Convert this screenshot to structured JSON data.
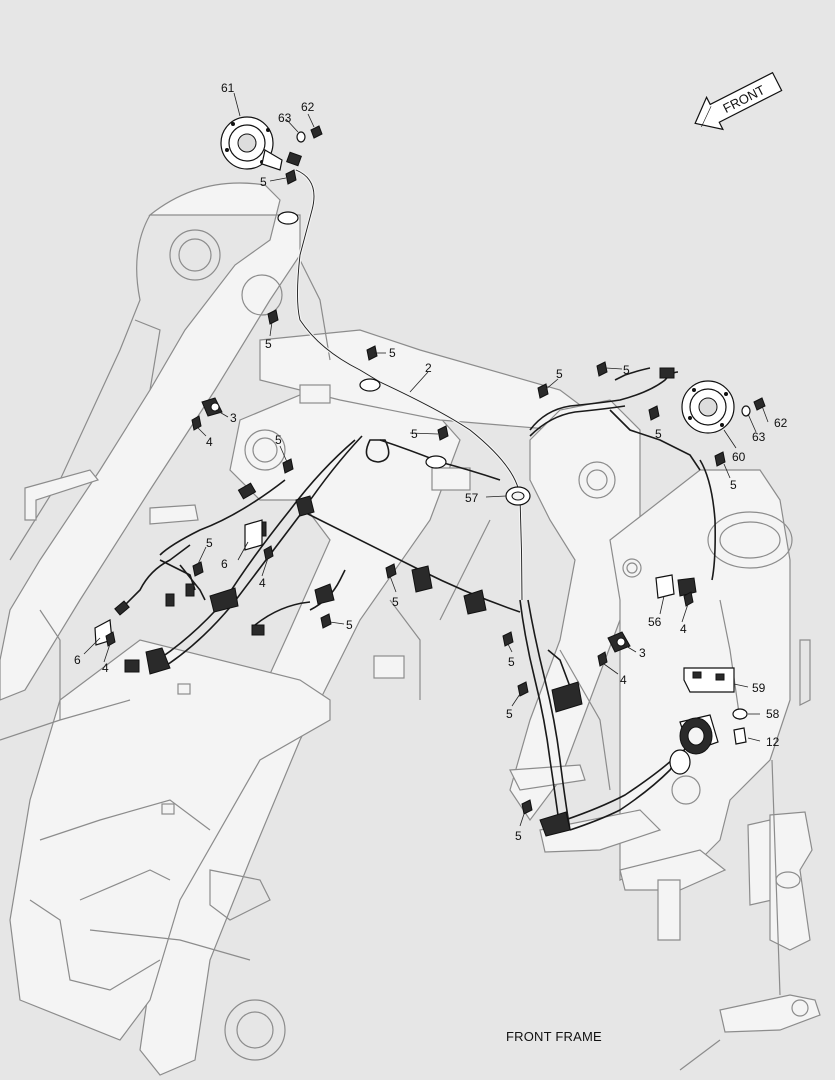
{
  "caption": "FRONT FRAME",
  "direction_label": "FRONT",
  "callouts": {
    "c61": "61",
    "c63a": "63",
    "c62a": "62",
    "c5_top": "5",
    "c5_b": "5",
    "c5_c": "5",
    "c2": "2",
    "c3_left": "3",
    "c4_left": "4",
    "c5_d": "5",
    "c5_e": "5",
    "c57": "57",
    "c6_a": "6",
    "c4_b": "4",
    "c5_f": "5",
    "c6_b": "6",
    "c4_c": "4",
    "c5_g": "5",
    "c5_h": "5",
    "c5_i": "5",
    "c5_j": "5",
    "c5_k": "5",
    "c5_l": "5",
    "c62b": "62",
    "c63b": "63",
    "c60": "60",
    "c5_m": "5",
    "c56": "56",
    "c4_d": "4",
    "c3_right": "3",
    "c4_e": "4",
    "c5_n": "5",
    "c59": "59",
    "c58": "58",
    "c12": "12",
    "c5_o": "5"
  }
}
